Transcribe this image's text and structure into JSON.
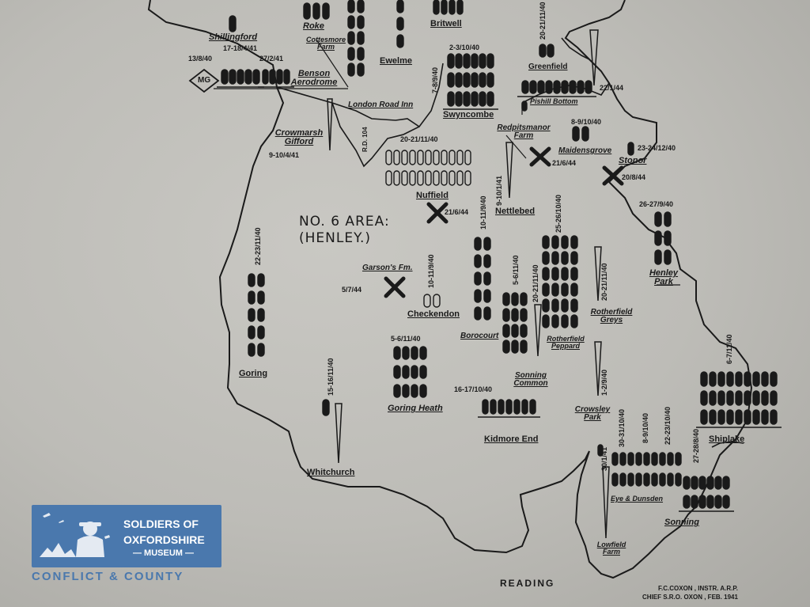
{
  "area_title_line1": "NO. 6 AREA:",
  "area_title_line2": "(HENLEY.)",
  "places": {
    "shillingford": "Shillingford",
    "roke": "Roke",
    "britwell": "Britwell",
    "ewelme": "Ewelme",
    "cottesmore": "Cottesmore Farm",
    "benson": "Benson Aerodrome",
    "mg": "MG",
    "london_road": "London Road Inn",
    "swyncombe": "Swyncombe",
    "greenfield": "Greenfield",
    "pishill": "Pishill Bottom",
    "crowmarsh": "Crowmarsh Gifford",
    "rd": "R.D. 104",
    "nuffield": "Nuffield",
    "redpitsmanor": "Redpitsmanor Farm",
    "maidensgrove": "Maidensgrove",
    "stonor": "Stonor",
    "nettlebed": "Nettlebed",
    "henley_park": "Henley Park",
    "garsons": "Garson's Fm.",
    "checkendon": "Checkendon",
    "goring": "Goring",
    "borocourt": "Borocourt",
    "rotherfield_greys": "Rotherfield Greys",
    "rotherfield_peppard": "Rotherfield Peppard",
    "sonning_common": "Sonning Common",
    "goring_heath": "Goring Heath",
    "kidmore": "Kidmore End",
    "crowsley": "Crowsley Park",
    "shiplake": "Shiplake",
    "whitchurch": "Whitchurch",
    "eye": "Eye & Dunsden",
    "sonning": "Sonning",
    "lowfield": "Lowfield Farm",
    "reading": "READING"
  },
  "dates": {
    "shillingford": "17-18/4/41",
    "mg": "13/8/40",
    "benson": "27/2/41",
    "swyncombe_top": "2-3/10/40",
    "swyncombe_side": "7-8/9/40",
    "greenfield": "20-21/11/40",
    "pishill": "22/1/44",
    "maidensgrove": "8-9/10/40",
    "stonor": "23-24/12/40",
    "crowmarsh": "9-10/4/41",
    "nuffield": "20-21/11/40",
    "nuffield_x": "21/6/44",
    "redpits_x": "21/6/44",
    "stonor_x": "20/8/44",
    "nettlebed": "9-10/1/41",
    "henley_park": "26-27/9/40",
    "goring": "22-23/11/40",
    "garsons": "5/7/44",
    "checkendon": "10-11/9/40",
    "borocourt": "10-11/9/40",
    "peppard": "25-26/10/40",
    "rotherfield": "20-21/11/40",
    "sonning_common_a": "5-6/11/40",
    "sonning_common_b": "20-21/11/40",
    "goring_heath": "5-6/11/40",
    "kidmore": "16-17/10/40",
    "crowsley": "1-2/9/40",
    "shiplake": "6-7/11/40",
    "whitchurch": "15-16/11/40",
    "eye_a": "30-31/10/40",
    "eye_b": "8-9/10/40",
    "eye_c": "22-23/10/40",
    "sonning": "27-28/8/40",
    "lowfield": "30/1/41"
  },
  "credit_line1": "F.C.COXON , INSTR. A.R.P.",
  "credit_line2": "CHIEF S.R.O. OXON , FEB. 1941",
  "logo": {
    "line1": "SOLDIERS OF",
    "line2": "OXFORDSHIRE",
    "line3": "— MUSEUM —",
    "tagline": "CONFLICT & COUNTY"
  },
  "colors": {
    "ink": "#1a1a1a",
    "paper": "#c4c3be",
    "logo_blue": "#4a78ad"
  }
}
